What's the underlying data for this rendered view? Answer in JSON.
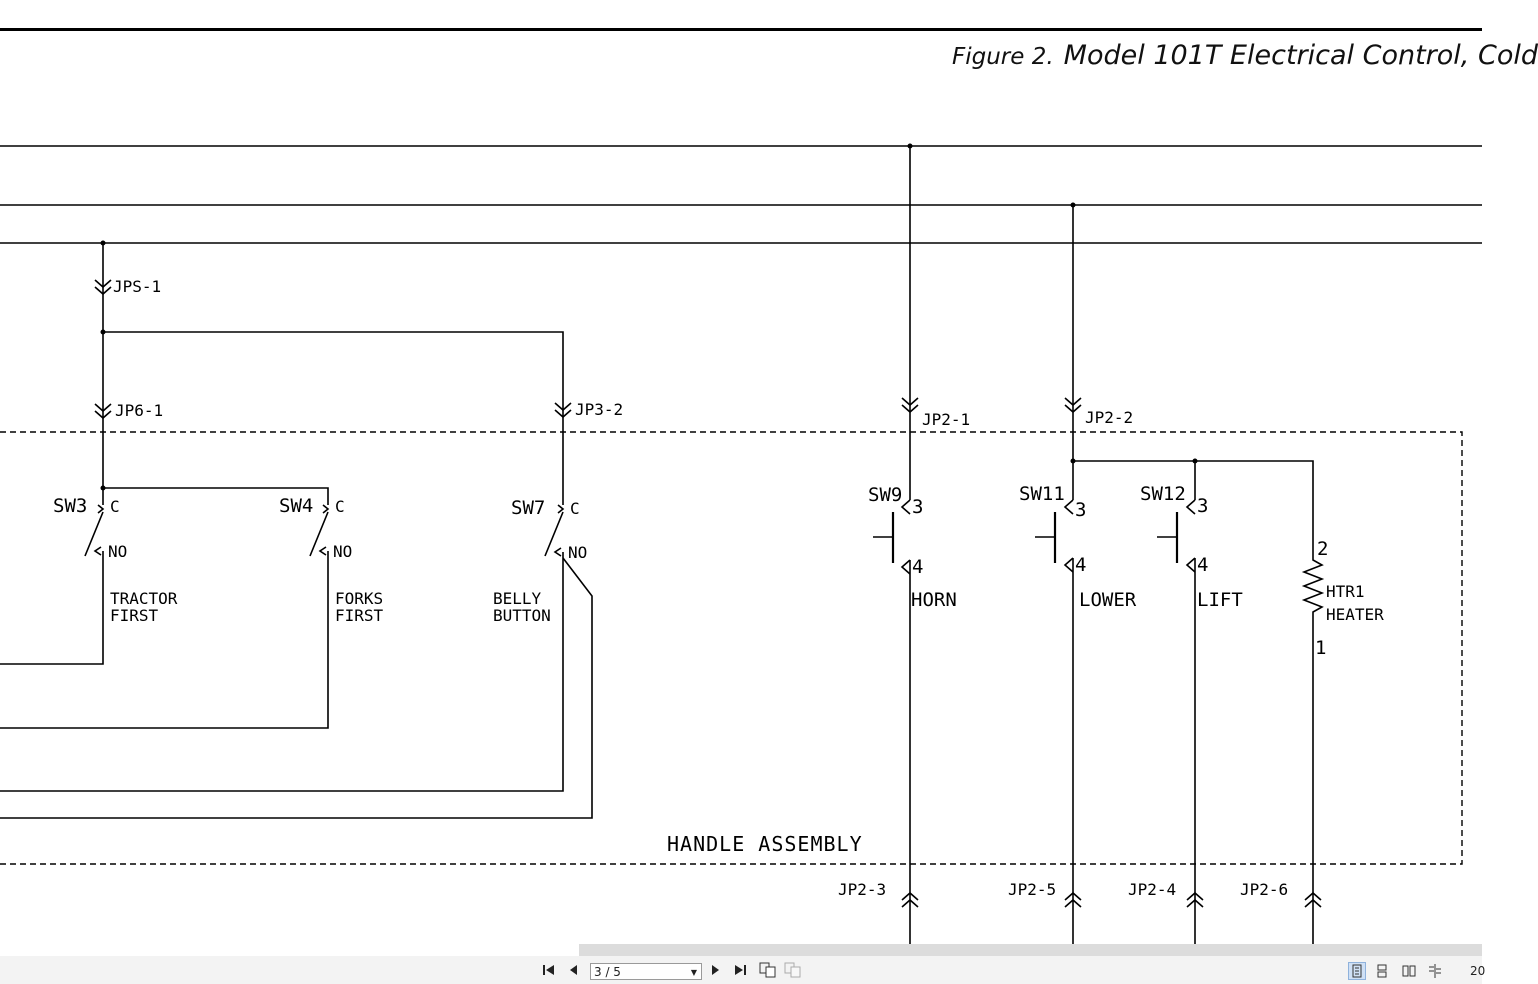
{
  "figure": {
    "number": "Figure 2.",
    "title": "Model 101T Electrical Control, Cold"
  },
  "connectors": {
    "jps1": "JPS-1",
    "jp6_1": "JP6-1",
    "jp3_2": "JP3-2",
    "jp2_1": "JP2-1",
    "jp2_2": "JP2-2",
    "jp2_3": "JP2-3",
    "jp2_5": "JP2-5",
    "jp2_4": "JP2-4",
    "jp2_6": "JP2-6"
  },
  "switches": {
    "sw3": {
      "id": "SW3",
      "c": "C",
      "no": "NO",
      "label1": "TRACTOR",
      "label2": "FIRST"
    },
    "sw4": {
      "id": "SW4",
      "c": "C",
      "no": "NO",
      "label1": "FORKS",
      "label2": "FIRST"
    },
    "sw7": {
      "id": "SW7",
      "c": "C",
      "no": "NO",
      "label1": "BELLY",
      "label2": "BUTTON"
    },
    "sw9": {
      "id": "SW9",
      "pin_top": "3",
      "pin_bot": "4",
      "label": "HORN"
    },
    "sw11": {
      "id": "SW11",
      "pin_top": "3",
      "pin_bot": "4",
      "label": "LOWER"
    },
    "sw12": {
      "id": "SW12",
      "pin_top": "3",
      "pin_bot": "4",
      "label": "LIFT"
    }
  },
  "heater": {
    "id": "HTR1",
    "name": "HEATER",
    "pin_top": "2",
    "pin_bot": "1"
  },
  "assembly_label": "HANDLE ASSEMBLY",
  "toolbar": {
    "page_value": "3 / 5",
    "zoom_text": "20",
    "first_icon": "first-page-icon",
    "prev_icon": "prev-page-icon",
    "next_icon": "next-page-icon",
    "last_icon": "last-page-icon"
  }
}
